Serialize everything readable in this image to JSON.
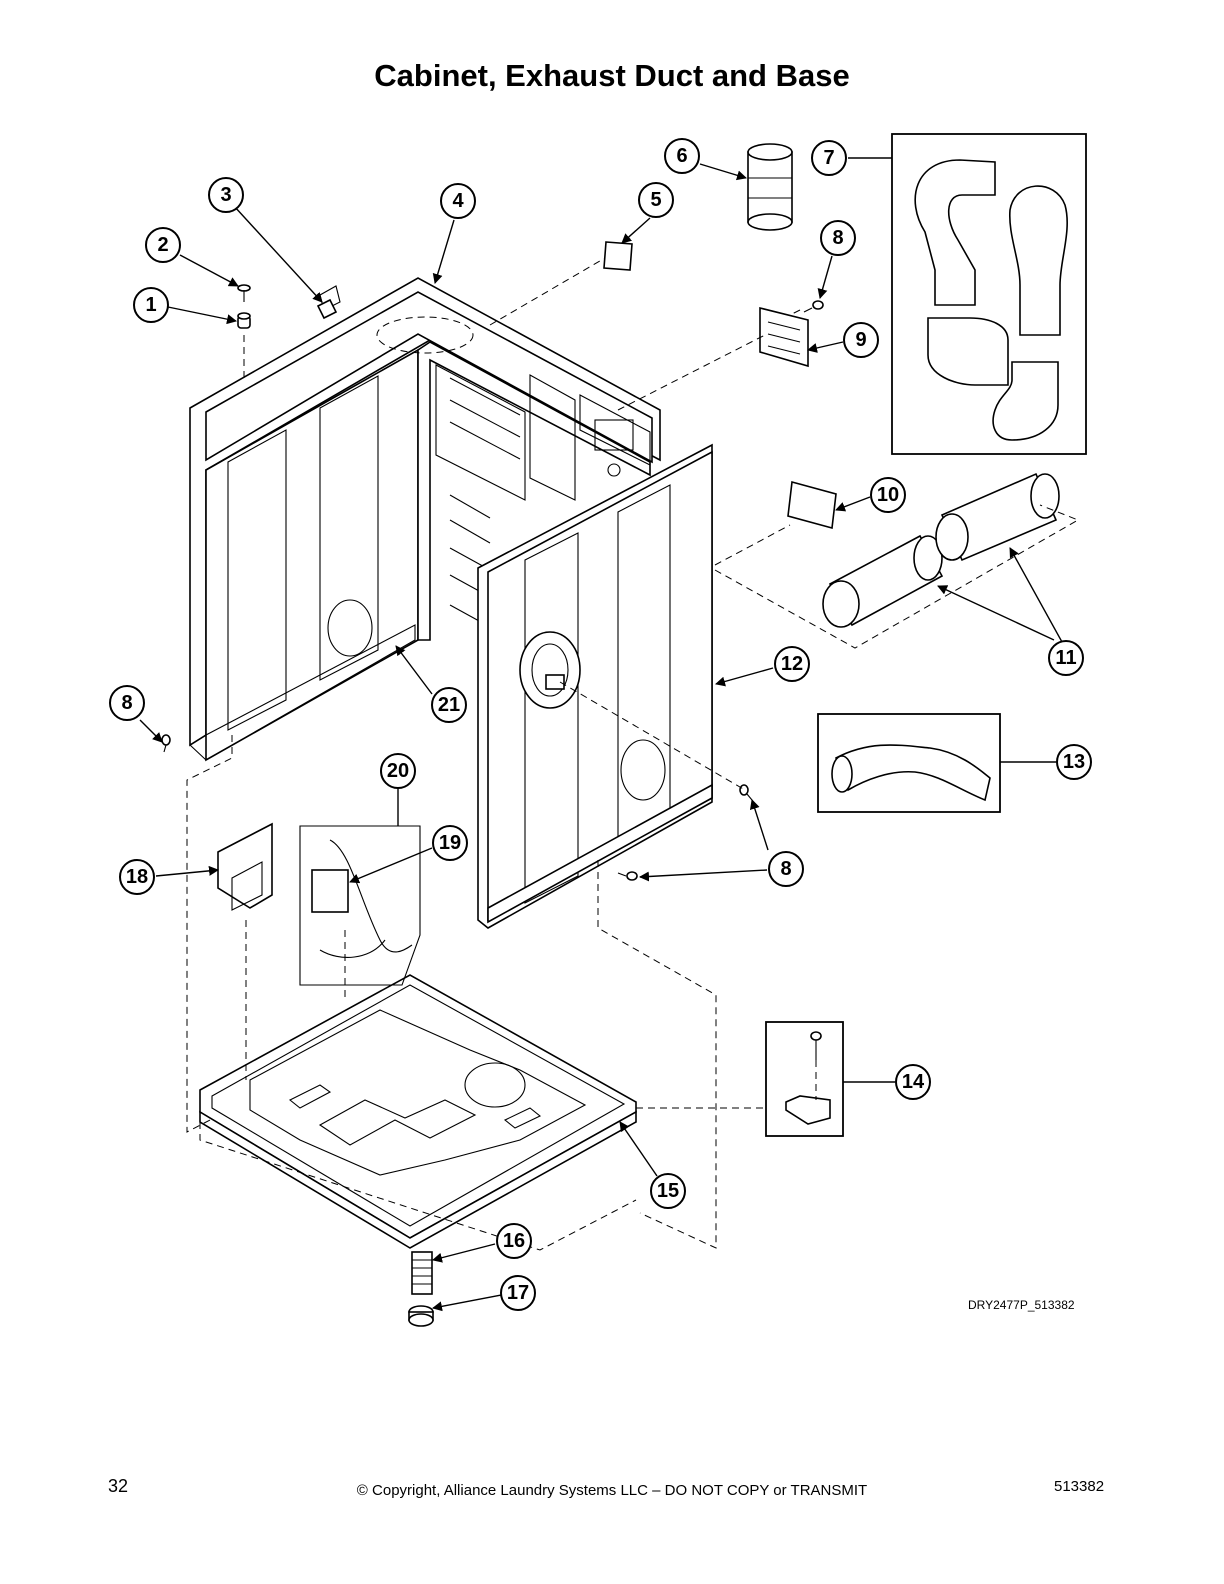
{
  "title": "Cabinet, Exhaust Duct and Base",
  "drawing_code": "DRY2477P_513382",
  "footer": {
    "page_number": "32",
    "copyright": "© Copyright, Alliance Laundry Systems LLC – DO NOT COPY or TRANSMIT",
    "document_number": "513382"
  },
  "callouts": [
    "1",
    "2",
    "3",
    "4",
    "5",
    "6",
    "7",
    "8",
    "9",
    "10",
    "11",
    "12",
    "13",
    "14",
    "15",
    "16",
    "17",
    "18",
    "19",
    "20",
    "21"
  ]
}
